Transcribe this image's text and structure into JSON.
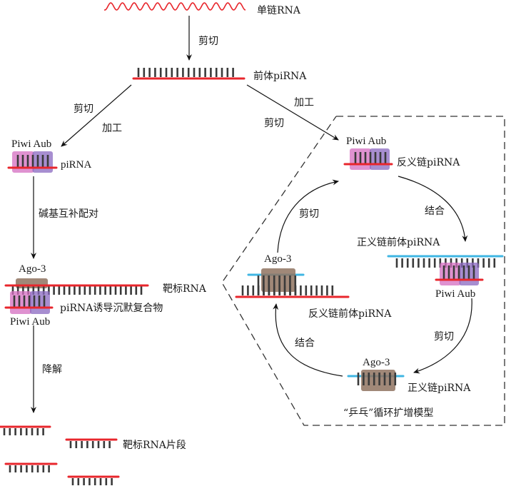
{
  "title": "piRNA生物合成与“乒乓”循环扩增模型",
  "colors": {
    "rna_red": "#e8262c",
    "sense_blue": "#3fb6e3",
    "base_dark": "#3a3a3a",
    "piwi_pink": "#d46ec0",
    "aub_purple": "#8a68c0",
    "ago3_brown": "#8f7360",
    "arrow": "#111111",
    "dashed_border": "#333333"
  },
  "nodes": {
    "ssrna": "单链RNA",
    "pre_pirna": "前体piRNA",
    "left_piwi_aub": "Piwi Aub",
    "left_pirna": "piRNA",
    "ago3_left": "Ago-3",
    "target_rna": "靶标RNA",
    "pirisc": "piRNA诱导沉默复合物",
    "piwi_aub_bottom": "Piwi Aub",
    "target_fragments": "靶标RNA片段"
  },
  "edges": {
    "cut_top": "剪切",
    "left_cut": "剪切",
    "left_process": "加工",
    "right_process": "加工",
    "right_cut": "剪切",
    "base_pairing": "碱基互补配对",
    "degradation": "降解"
  },
  "cycle": {
    "title": "“乒乓”循环扩增模型",
    "top_piwi_aub": "Piwi Aub",
    "antisense_pirna": "反义链piRNA",
    "bind_right": "结合",
    "sense_pre_pirna": "正义链前体piRNA",
    "right_piwi_aub": "Piwi Aub",
    "cut_right": "剪切",
    "ago3_bottom": "Ago-3",
    "sense_pirna": "正义链piRNA",
    "bind_left": "结合",
    "ago3_left": "Ago-3",
    "antisense_pre_pirna": "反义链前体piRNA",
    "cut_left": "剪切"
  }
}
